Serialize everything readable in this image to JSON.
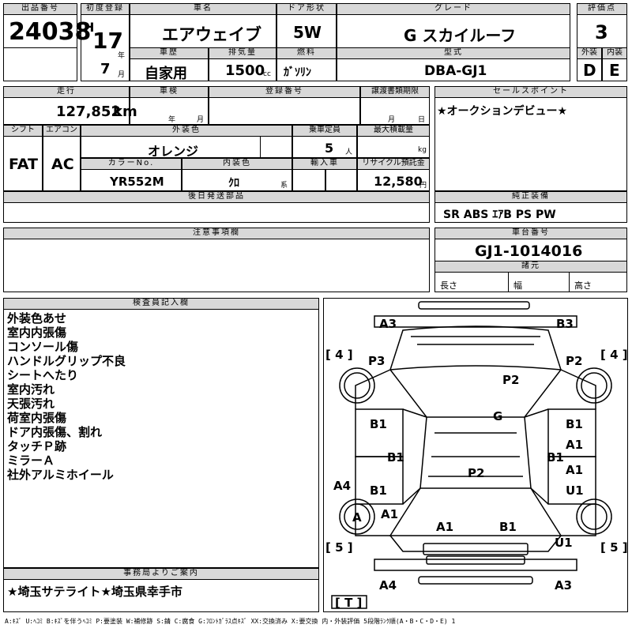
{
  "headers": {
    "lot_no": "出品番号",
    "first_reg": "初度登録",
    "car_name": "車名",
    "door": "ドア形状",
    "grade": "グレード",
    "score": "評価点",
    "year_unit": "年",
    "history": "車歴",
    "displacement": "排気量",
    "fuel": "燃料",
    "model": "型式",
    "exterior": "外装",
    "interior": "内装",
    "month_unit": "月",
    "mileage": "走行",
    "inspection": "車検",
    "reg_no": "登録番号",
    "manual": "譲渡書類期限",
    "sales_point": "セールスポイント",
    "shift": "シフト",
    "aircon": "エアコン",
    "color": "外装色",
    "capacity": "乗車定員",
    "max_load": "最大積載量",
    "color_no": "カラーNo.",
    "int_color": "内装色",
    "import": "輸入車",
    "recycle": "リサイクル預託金",
    "later_parts": "後日発送部品",
    "equipment": "純正装備",
    "caution": "注意事項欄",
    "chassis": "車台番号",
    "specs": "諸元",
    "inspector": "検査員記入欄",
    "office": "事務局よりご案内"
  },
  "lot": {
    "number": "24038"
  },
  "reg": {
    "era": "H",
    "year": "17",
    "month": "7"
  },
  "car": {
    "name": "エアウェイブ",
    "door": "5W",
    "grade": "G スカイルーフ",
    "history": "自家用",
    "displacement": "1500",
    "cc": "cc",
    "fuel": "ｶﾞｿﾘﾝ",
    "model": "DBA-GJ1"
  },
  "score": {
    "overall": "3",
    "exterior": "D",
    "interior": "E"
  },
  "mileage": {
    "value": "127,852",
    "unit": "km"
  },
  "inspection": {
    "year_label": "年",
    "month_label": "月"
  },
  "manual_deadline": {
    "month_label": "月",
    "day_label": "日"
  },
  "sales_point": "★オークションデビュー★",
  "shift": "FAT",
  "aircon": "AC",
  "color": {
    "name": "オレンジ",
    "number": "YR552M",
    "interior": "ｸﾛ",
    "interior_suffix": "系"
  },
  "capacity": {
    "value": "5",
    "unit": "人"
  },
  "max_load": {
    "unit": "kg"
  },
  "recycle": {
    "value": "12,580",
    "unit": "円"
  },
  "equipment": "SR ABS ｴｱB PS PW",
  "chassis_no": "GJ1-1014016",
  "specs": {
    "length": "長さ",
    "width": "幅",
    "height": "高さ"
  },
  "inspector_notes": [
    "外装色あせ",
    "室内内張傷",
    "コンソール傷",
    "ハンドルグリップ不良",
    "シートへたり",
    "室内汚れ",
    "天張汚れ",
    "荷室内張傷",
    "ドア内張傷、割れ",
    "タッチＰ跡",
    "ミラーＡ",
    "社外アルミホイール"
  ],
  "office_notice": "★埼玉サテライト★埼玉県幸手市",
  "legend": "A:ｷｽﾞ U:ﾍｺﾐ B:ｷｽﾞを伴うﾍｺﾐ P:要塗装 W:補修跡 S:錆 C:腐食 G:ﾌﾛﾝﾄｶﾞﾗｽ点ｷｽﾞ XX:交換済み X:要交換 内・外装評価 5段階ﾗﾝｸ順(A・B・C・D・E) 1",
  "diagram": {
    "marks": [
      "A3",
      "B3",
      "P3",
      "P2",
      "P2",
      "G",
      "B1",
      "B1",
      "B1",
      "A1",
      "B1",
      "A1",
      "P2",
      "B1",
      "U1",
      "A4",
      "A1",
      "A",
      "A1",
      "B1",
      "U1",
      "A4",
      "A3"
    ],
    "tires": [
      "[ 4 ]",
      "[ 4 ]",
      "[ 5 ]",
      "[ 5 ]",
      "[ T ]"
    ]
  }
}
